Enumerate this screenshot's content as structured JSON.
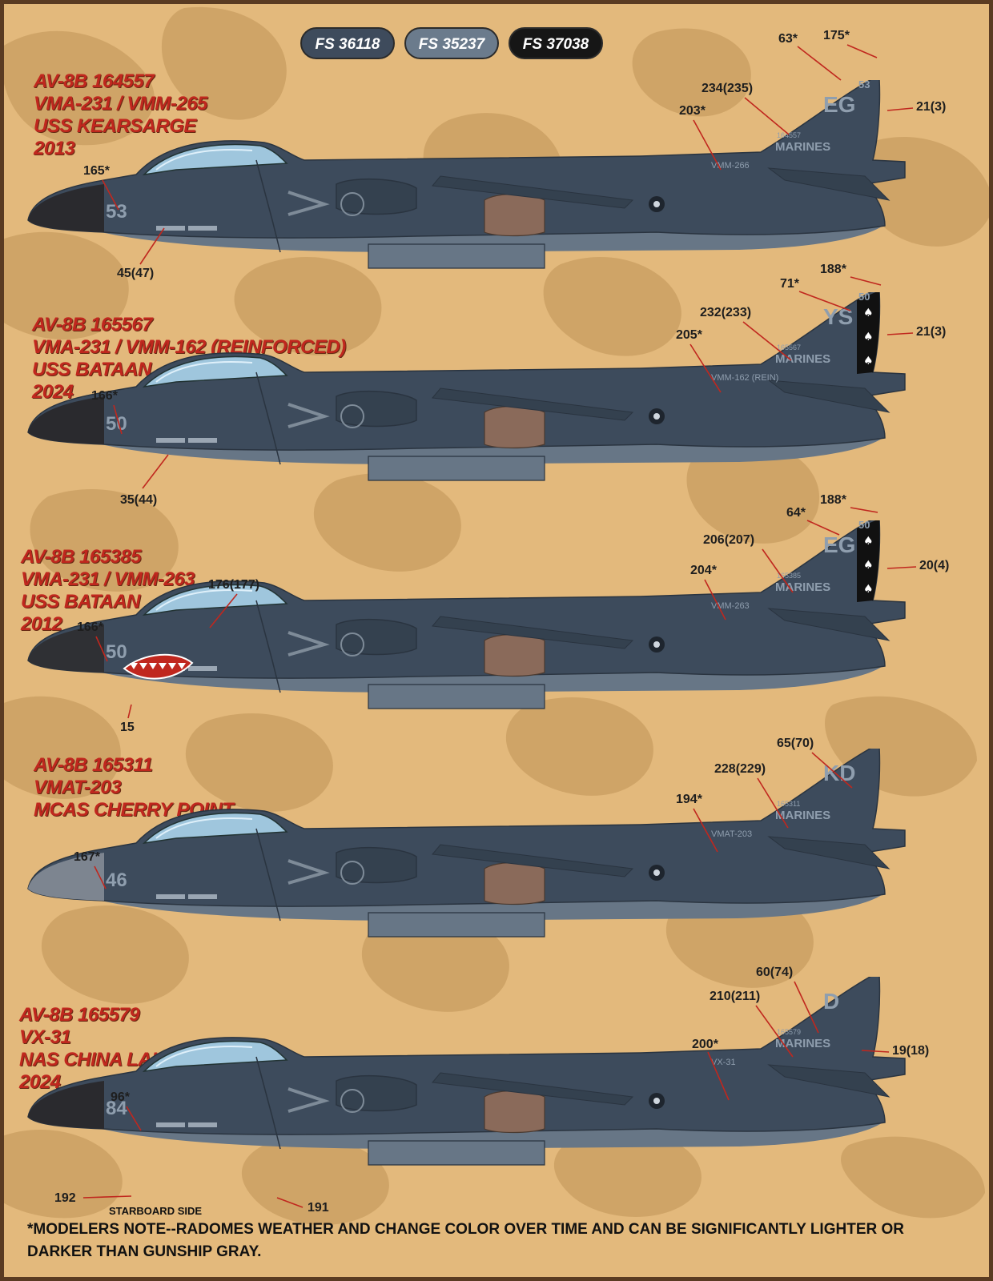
{
  "colors": {
    "background": "#e3b97c",
    "camo": "#cfa467",
    "gunship_gray": "#3d4b5c",
    "light_gray": "#687684",
    "black": "#1a1a1a",
    "title_red": "#c0271e"
  },
  "fs_chips": [
    {
      "label": "FS 36118",
      "color": "#3e4b5c"
    },
    {
      "label": "FS 35237",
      "color": "#6b7b8c"
    },
    {
      "label": "FS 37038",
      "color": "#161616"
    }
  ],
  "aircraft": [
    {
      "title": [
        "AV-8B 164557",
        "VMA-231 / VMM-265",
        "USS KEARSARGE",
        "2013"
      ],
      "nose_number": "53",
      "tail_code": "EG",
      "tail_number": "53",
      "fuselage_text": "VMM-266",
      "serial": "164557",
      "marines": "MARINES",
      "callouts": [
        "165*",
        "45(47)",
        "203*",
        "234(235)",
        "63*",
        "175*",
        "21(3)"
      ]
    },
    {
      "title": [
        "AV-8B 165567",
        "VMA-231 / VMM-162 (REINFORCED)",
        "USS BATAAN",
        "2024"
      ],
      "nose_number": "50",
      "tail_code": "YS",
      "tail_number": "50",
      "fuselage_text": "VMM-162 (REIN)",
      "serial": "165567",
      "marines": "MARINES",
      "callouts": [
        "166*",
        "35(44)",
        "205*",
        "232(233)",
        "71*",
        "188*",
        "21(3)"
      ]
    },
    {
      "title": [
        "AV-8B 165385",
        "VMA-231 / VMM-263",
        "USS BATAAN",
        "2012"
      ],
      "nose_number": "50",
      "tail_code": "EG",
      "tail_number": "50",
      "fuselage_text": "VMM-263",
      "serial": "165385",
      "marines": "MARINES",
      "callouts": [
        "176(177)",
        "166*",
        "15",
        "204*",
        "206(207)",
        "64*",
        "188*",
        "20(4)"
      ]
    },
    {
      "title": [
        "AV-8B 165311",
        "VMAT-203",
        "MCAS CHERRY POINT"
      ],
      "nose_number": "46",
      "tail_code": "KD",
      "tail_number": "",
      "fuselage_text": "VMAT-203",
      "serial": "165311",
      "marines": "MARINES",
      "callouts": [
        "167*",
        "194*",
        "228(229)",
        "65(70)"
      ]
    },
    {
      "title": [
        "AV-8B 165579",
        "VX-31",
        "NAS CHINA LAKE",
        "2024"
      ],
      "nose_number": "84",
      "tail_code": "D",
      "tail_number": "",
      "fuselage_text": "VX-31",
      "serial": "165579",
      "marines": "MARINES",
      "callouts": [
        "96*",
        "200*",
        "210(211)",
        "60(74)",
        "19(18)",
        "192",
        "191"
      ]
    }
  ],
  "starboard_label": "STARBOARD SIDE",
  "note": "*MODELERS NOTE--RADOMES WEATHER AND CHANGE COLOR OVER TIME AND CAN BE SIGNIFICANTLY LIGHTER OR DARKER THAN GUNSHIP GRAY."
}
